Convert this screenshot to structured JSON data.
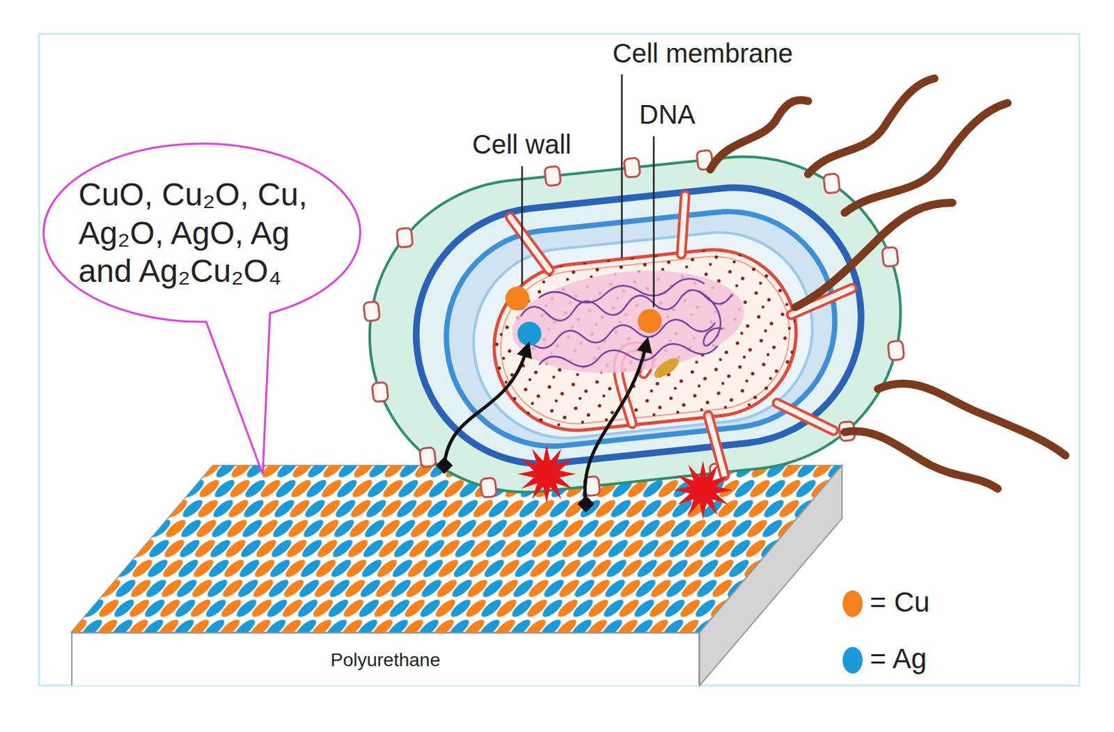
{
  "diagram": {
    "nodes": [
      {
        "text": [
          "CuO, Cu₂O, Cu, Ag₂O, AgO, Ag and Ag₂Cu₂O₄"
        ]
      },
      {
        "text": [
          "Polyurethane"
        ]
      }
    ],
    "labels": [
      "Cell membrane",
      "DNA",
      "Cell wall"
    ],
    "legend": [
      {
        "text": "= Cu",
        "color": "#f5821f"
      },
      {
        "text": "= Ag",
        "color": "#1b9ad6"
      }
    ]
  }
}
